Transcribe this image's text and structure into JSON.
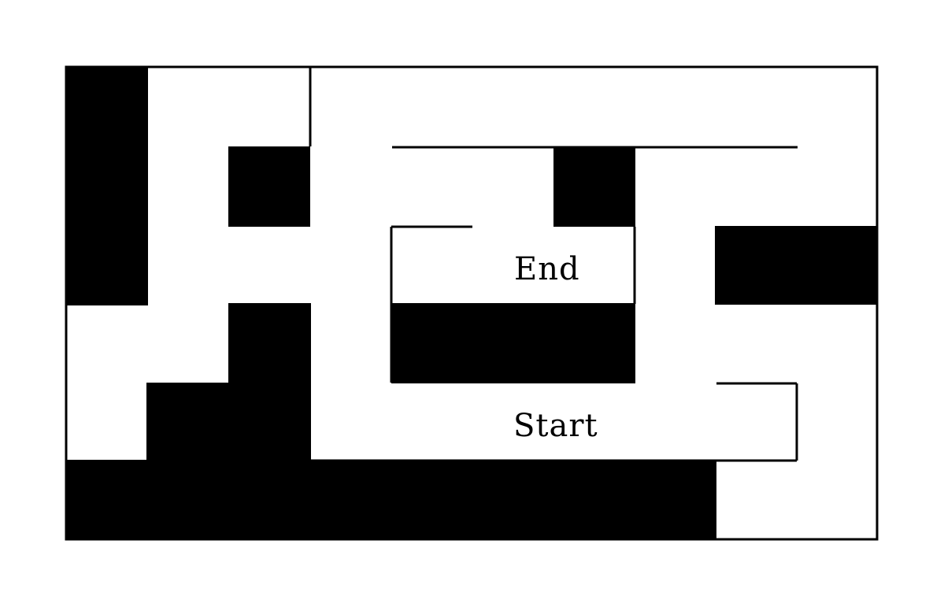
{
  "maze": {
    "rows": 6,
    "cols": 10,
    "wall_color": "#000000",
    "path_color": "#ffffff",
    "start_label": "Start",
    "end_label": "End"
  }
}
